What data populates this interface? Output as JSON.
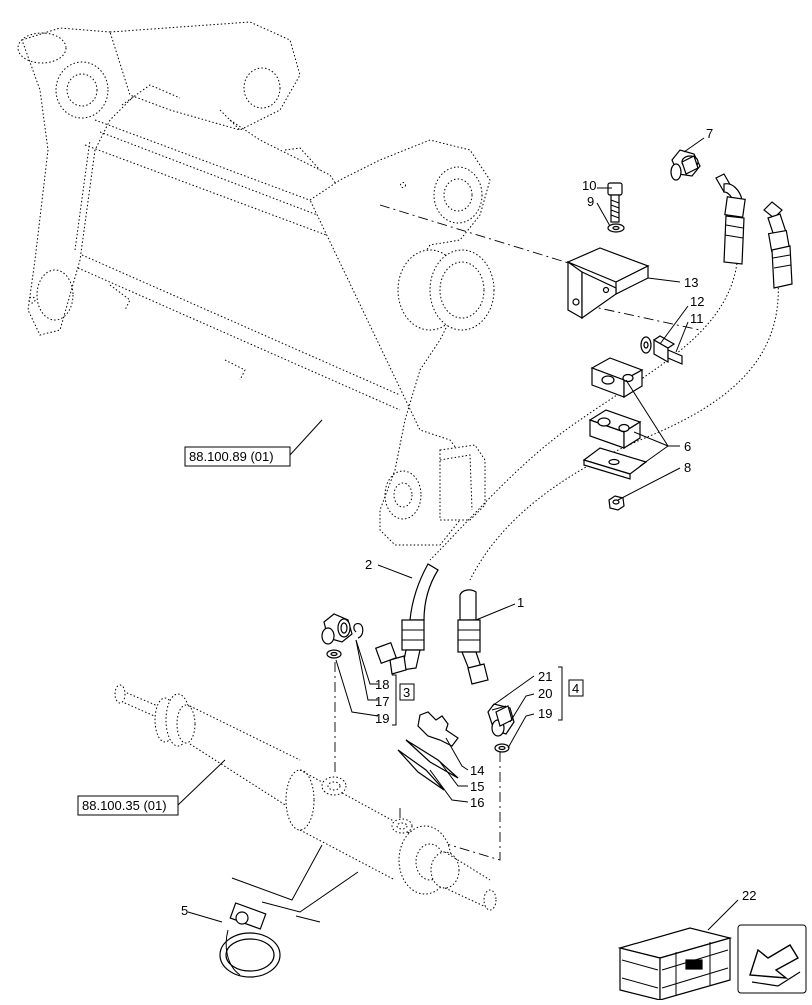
{
  "callouts": {
    "c1": "1",
    "c2": "2",
    "c3": "3",
    "c4": "4",
    "c5": "5",
    "c6": "6",
    "c7": "7",
    "c8": "8",
    "c9": "9",
    "c10": "10",
    "c11": "11",
    "c12": "12",
    "c13": "13",
    "c14": "14",
    "c15": "15",
    "c16": "16",
    "c17": "17",
    "c18": "18",
    "c19a": "19",
    "c19b": "19",
    "c20": "20",
    "c21": "21",
    "c22": "22"
  },
  "references": {
    "frame": "88.100.89 (01)",
    "cylinder": "88.100.35 (01)"
  },
  "icons": {
    "nav": "arrow-icon",
    "kit": "crate-icon"
  }
}
